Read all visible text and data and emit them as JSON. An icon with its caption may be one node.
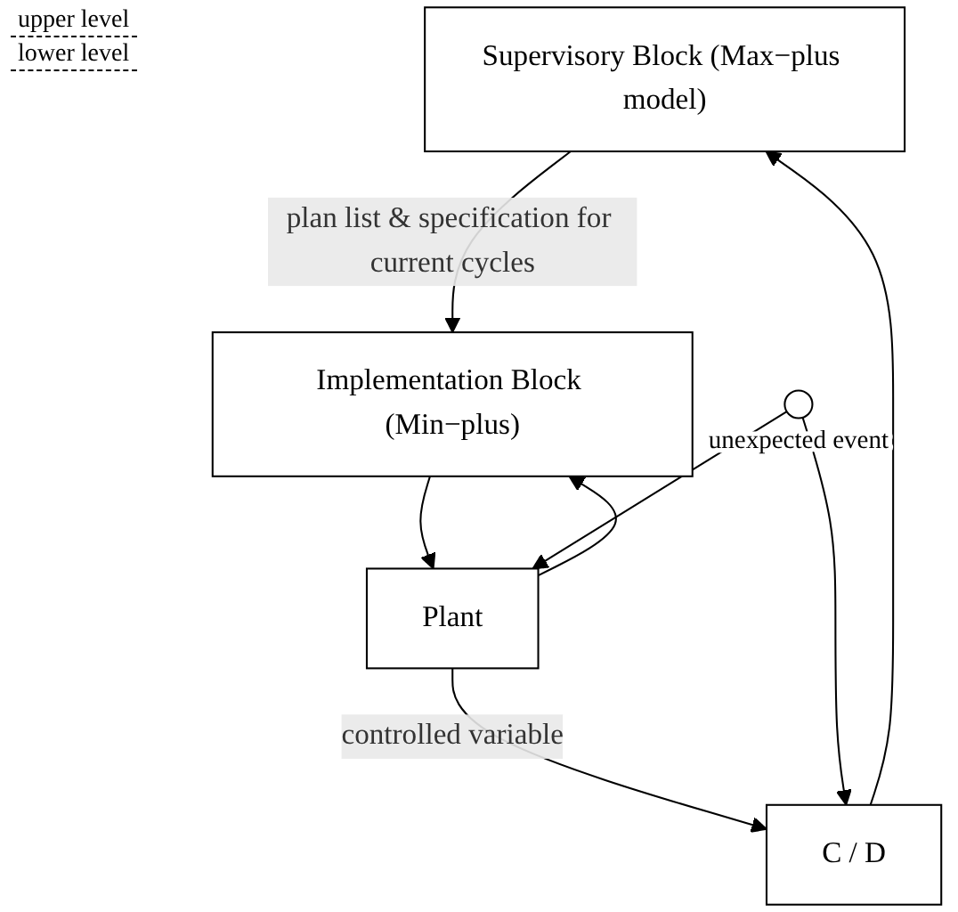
{
  "diagram": {
    "nodes": [
      {
        "text": [
          "Supervisory Block (Max−plus model)"
        ]
      },
      {
        "text": [
          "Implementation Block (Min−plus)"
        ]
      },
      {
        "text": [
          "Plant"
        ]
      },
      {
        "text": [
          "C / D"
        ]
      },
      {
        "text": [],
        "shape": "circle",
        "beside": [
          "unexpected event"
        ]
      }
    ],
    "edges": [
      {
        "from": 0,
        "to": 1,
        "arrow": "to",
        "label": "plan list & specification for current cycles"
      },
      {
        "from": 1,
        "to": 2,
        "arrow": "to"
      },
      {
        "from": 3,
        "to": 0,
        "arrow": "to"
      },
      {
        "from": 2,
        "to": 3,
        "arrow": "to",
        "label": "controlled variable"
      },
      {
        "from": 2,
        "to": 1,
        "arrow": "to"
      },
      {
        "from": 4,
        "to": 3,
        "arrow": "to"
      },
      {
        "from": 4,
        "to": 2,
        "arrow": "to"
      }
    ],
    "labels": [
      "upper level",
      "lower level"
    ]
  }
}
